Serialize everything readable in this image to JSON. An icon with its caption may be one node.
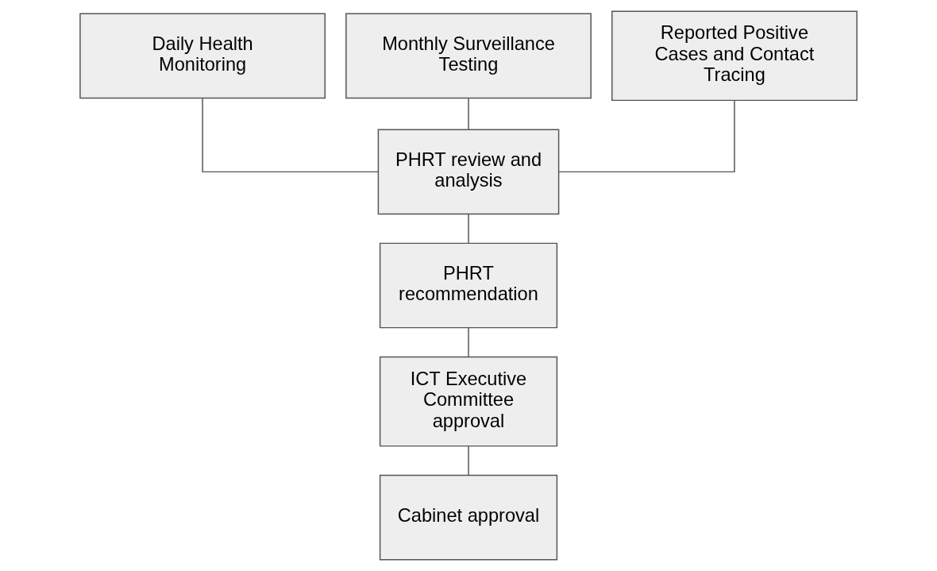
{
  "diagram": {
    "nodes": [
      {
        "text": [
          "Daily Health Monitoring"
        ]
      },
      {
        "text": [
          "Monthly Surveillance Testing"
        ]
      },
      {
        "text": [
          "Reported Positive Cases and Contact Tracing"
        ]
      },
      {
        "text": [
          "PHRT review and analysis"
        ]
      },
      {
        "text": [
          "PHRT recommendation"
        ]
      },
      {
        "text": [
          "ICT Executive Committee approval"
        ]
      },
      {
        "text": [
          "Cabinet approval"
        ]
      }
    ],
    "edges": [
      {
        "from": 0,
        "to": 3,
        "arrow": "none"
      },
      {
        "from": 1,
        "to": 3,
        "arrow": "none"
      },
      {
        "from": 2,
        "to": 3,
        "arrow": "none"
      },
      {
        "from": 3,
        "to": 4,
        "arrow": "none"
      },
      {
        "from": 4,
        "to": 5,
        "arrow": "none"
      },
      {
        "from": 5,
        "to": 6,
        "arrow": "none"
      }
    ]
  }
}
